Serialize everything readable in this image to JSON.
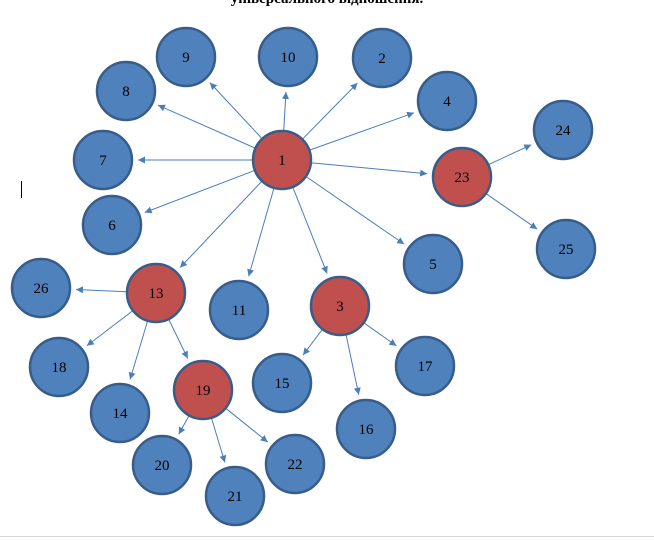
{
  "caption": "універсального відношення.",
  "colors": {
    "leaf_fill": "#4f81bd",
    "leaf_stroke": "#385d8a",
    "hub_fill": "#c0504d",
    "hub_stroke": "#385d8a",
    "edge": "#4a7ebb"
  },
  "nodes": [
    {
      "id": "1",
      "hub": true
    },
    {
      "id": "2",
      "hub": false
    },
    {
      "id": "3",
      "hub": true
    },
    {
      "id": "4",
      "hub": false
    },
    {
      "id": "5",
      "hub": false
    },
    {
      "id": "6",
      "hub": false
    },
    {
      "id": "7",
      "hub": false
    },
    {
      "id": "8",
      "hub": false
    },
    {
      "id": "9",
      "hub": false
    },
    {
      "id": "10",
      "hub": false
    },
    {
      "id": "11",
      "hub": false
    },
    {
      "id": "13",
      "hub": true
    },
    {
      "id": "14",
      "hub": false
    },
    {
      "id": "15",
      "hub": false
    },
    {
      "id": "16",
      "hub": false
    },
    {
      "id": "17",
      "hub": false
    },
    {
      "id": "18",
      "hub": false
    },
    {
      "id": "19",
      "hub": true
    },
    {
      "id": "20",
      "hub": false
    },
    {
      "id": "21",
      "hub": false
    },
    {
      "id": "22",
      "hub": false
    },
    {
      "id": "23",
      "hub": true
    },
    {
      "id": "24",
      "hub": false
    },
    {
      "id": "25",
      "hub": false
    },
    {
      "id": "26",
      "hub": false
    }
  ],
  "edges": [
    [
      "1",
      "9"
    ],
    [
      "1",
      "10"
    ],
    [
      "1",
      "2"
    ],
    [
      "1",
      "8"
    ],
    [
      "1",
      "4"
    ],
    [
      "1",
      "7"
    ],
    [
      "1",
      "23"
    ],
    [
      "1",
      "6"
    ],
    [
      "1",
      "5"
    ],
    [
      "1",
      "13"
    ],
    [
      "1",
      "11"
    ],
    [
      "1",
      "3"
    ],
    [
      "23",
      "24"
    ],
    [
      "23",
      "25"
    ],
    [
      "13",
      "26"
    ],
    [
      "13",
      "18"
    ],
    [
      "13",
      "14"
    ],
    [
      "13",
      "19"
    ],
    [
      "19",
      "20"
    ],
    [
      "19",
      "21"
    ],
    [
      "19",
      "22"
    ],
    [
      "3",
      "15"
    ],
    [
      "3",
      "16"
    ],
    [
      "3",
      "17"
    ]
  ]
}
